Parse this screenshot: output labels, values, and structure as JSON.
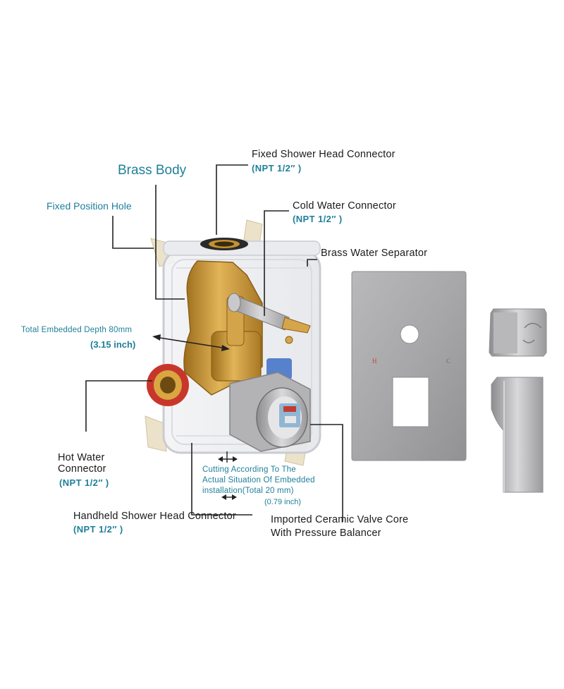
{
  "labels": {
    "fixed_shower_head": {
      "title": "Fixed Shower Head Connector",
      "spec": "(NPT 1/2″ )"
    },
    "brass_body": "Brass Body",
    "fixed_position_hole": "Fixed Position Hole",
    "cold_water": {
      "title": "Cold Water Connector",
      "spec": "(NPT 1/2″ )"
    },
    "brass_water_separator": "Brass Water Separator",
    "total_depth": {
      "line1": "Total Embedded Depth 80mm",
      "line2": "(3.15 inch)"
    },
    "hot_water": {
      "line1": "Hot Water",
      "line2": "Connector",
      "spec": "(NPT 1/2″ )"
    },
    "cutting": {
      "line1": "Cutting According To The",
      "line2": "Actual Situation Of Embedded",
      "line3": "installation(Total 20 mm)",
      "line4": "(0.79 inch)"
    },
    "handheld": {
      "title": "Handheld Shower Head Connector",
      "spec": "(NPT 1/2″ )"
    },
    "valve_core": {
      "line1": "Imported Ceramic Valve Core",
      "line2": "With Pressure Balancer"
    }
  },
  "trim_plate_marks": {
    "hot": "H",
    "cold": "C"
  },
  "colors": {
    "teal": "#1f7f9a",
    "brass": "#c8962e",
    "chrome": "#a9a9ab",
    "plastic": "#efe7d3",
    "seal_red": "#c8362b"
  }
}
